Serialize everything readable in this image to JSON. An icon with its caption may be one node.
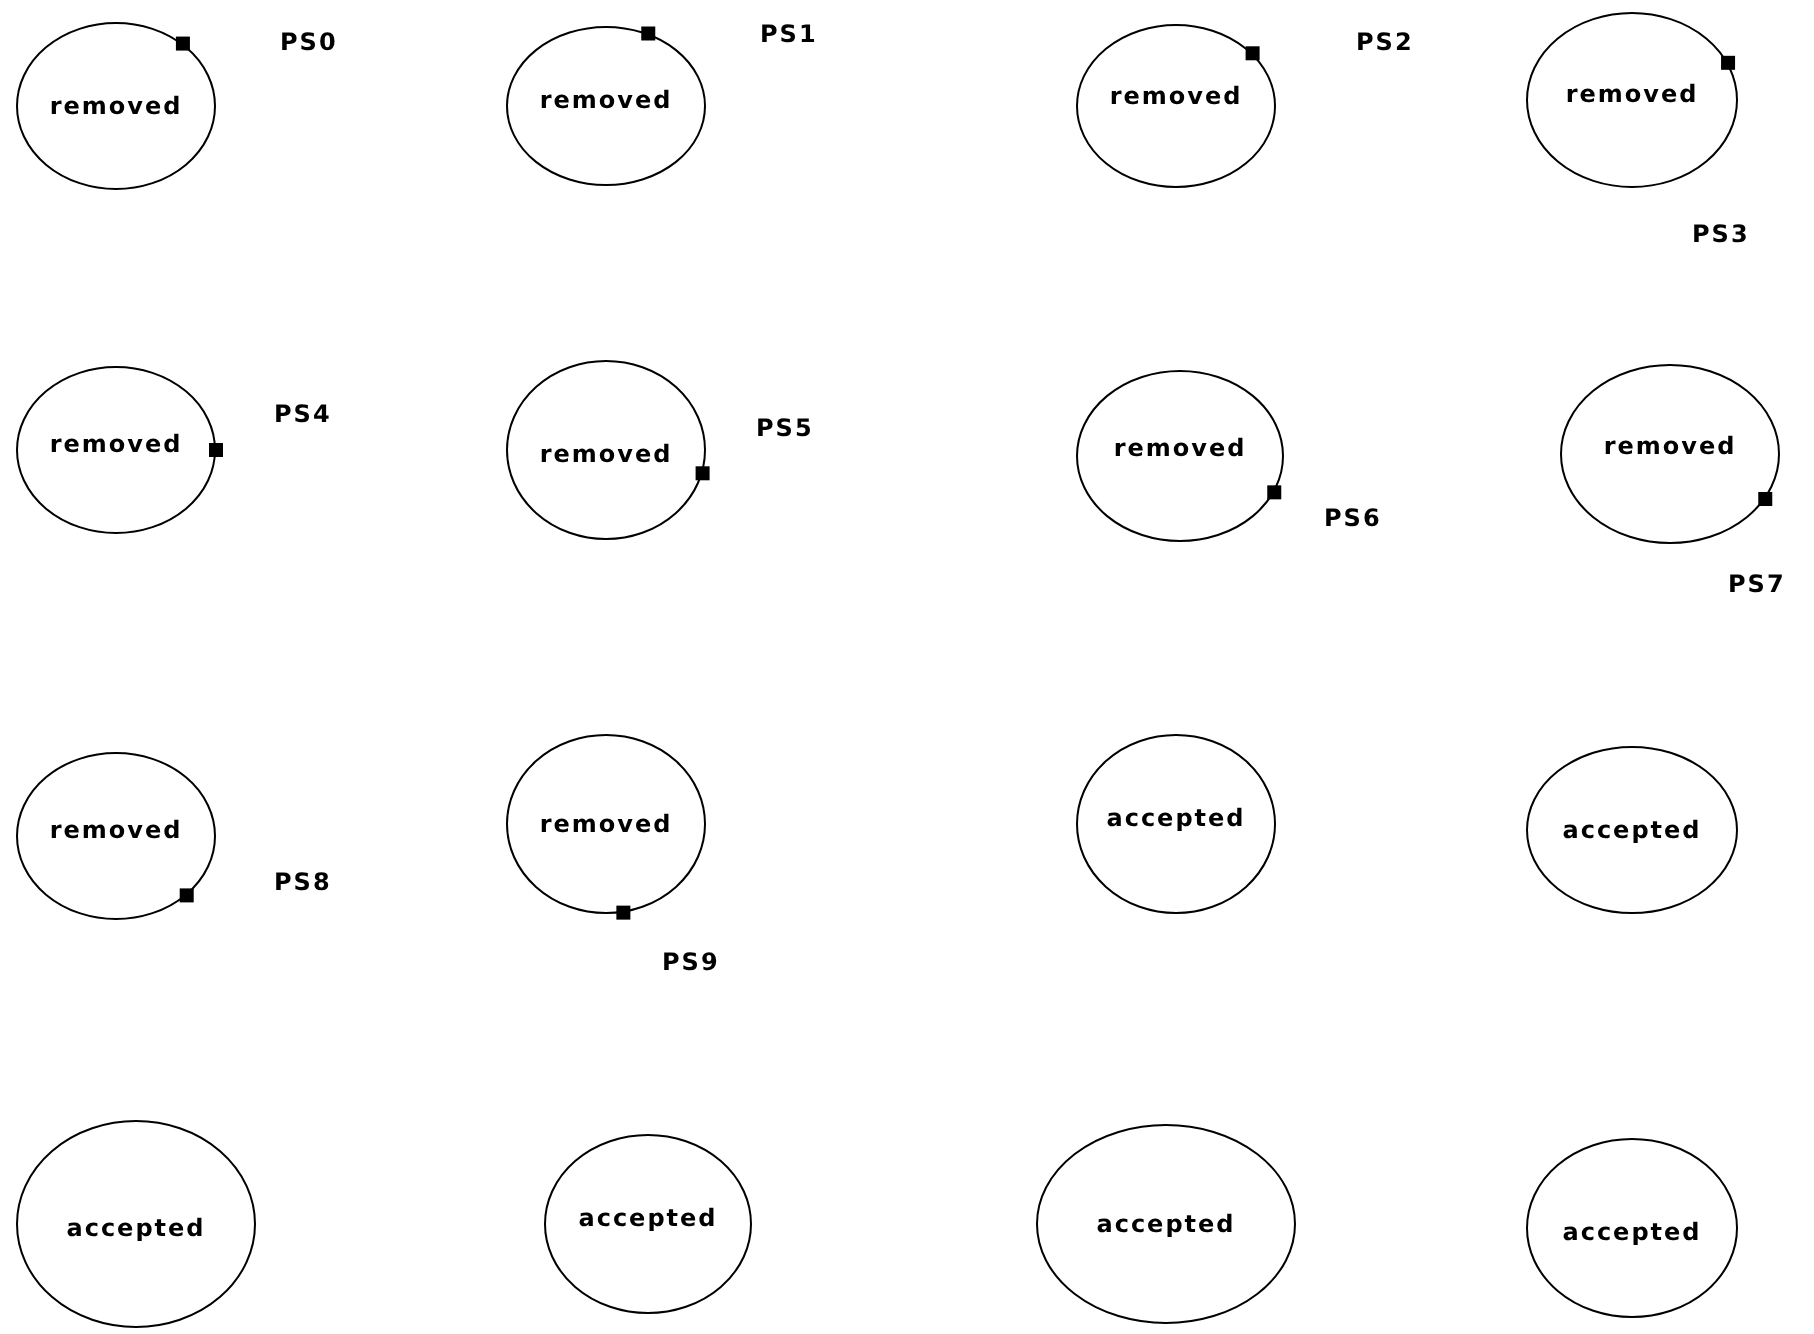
{
  "diagram": {
    "nodes": [
      {
        "text": [
          "removed"
        ],
        "beside": [
          "PS0"
        ]
      },
      {
        "text": [
          "removed"
        ],
        "beside": [
          "PS1"
        ]
      },
      {
        "text": [
          "removed"
        ],
        "beside": [
          "PS2"
        ]
      },
      {
        "text": [
          "removed"
        ],
        "beside": [
          "PS3"
        ]
      },
      {
        "text": [
          "removed"
        ],
        "beside": [
          "PS4"
        ]
      },
      {
        "text": [
          "removed"
        ],
        "beside": [
          "PS5"
        ]
      },
      {
        "text": [
          "removed"
        ],
        "beside": [
          "PS6"
        ]
      },
      {
        "text": [
          "removed"
        ],
        "beside": [
          "PS7"
        ]
      },
      {
        "text": [
          "removed"
        ],
        "beside": [
          "PS8"
        ]
      },
      {
        "text": [
          "removed"
        ],
        "beside": [
          "PS9"
        ]
      },
      {
        "text": [
          "accepted"
        ]
      },
      {
        "text": [
          "accepted"
        ]
      },
      {
        "text": [
          "accepted"
        ]
      },
      {
        "text": [
          "accepted"
        ]
      },
      {
        "text": [
          "accepted"
        ]
      },
      {
        "text": [
          "accepted"
        ]
      }
    ]
  }
}
